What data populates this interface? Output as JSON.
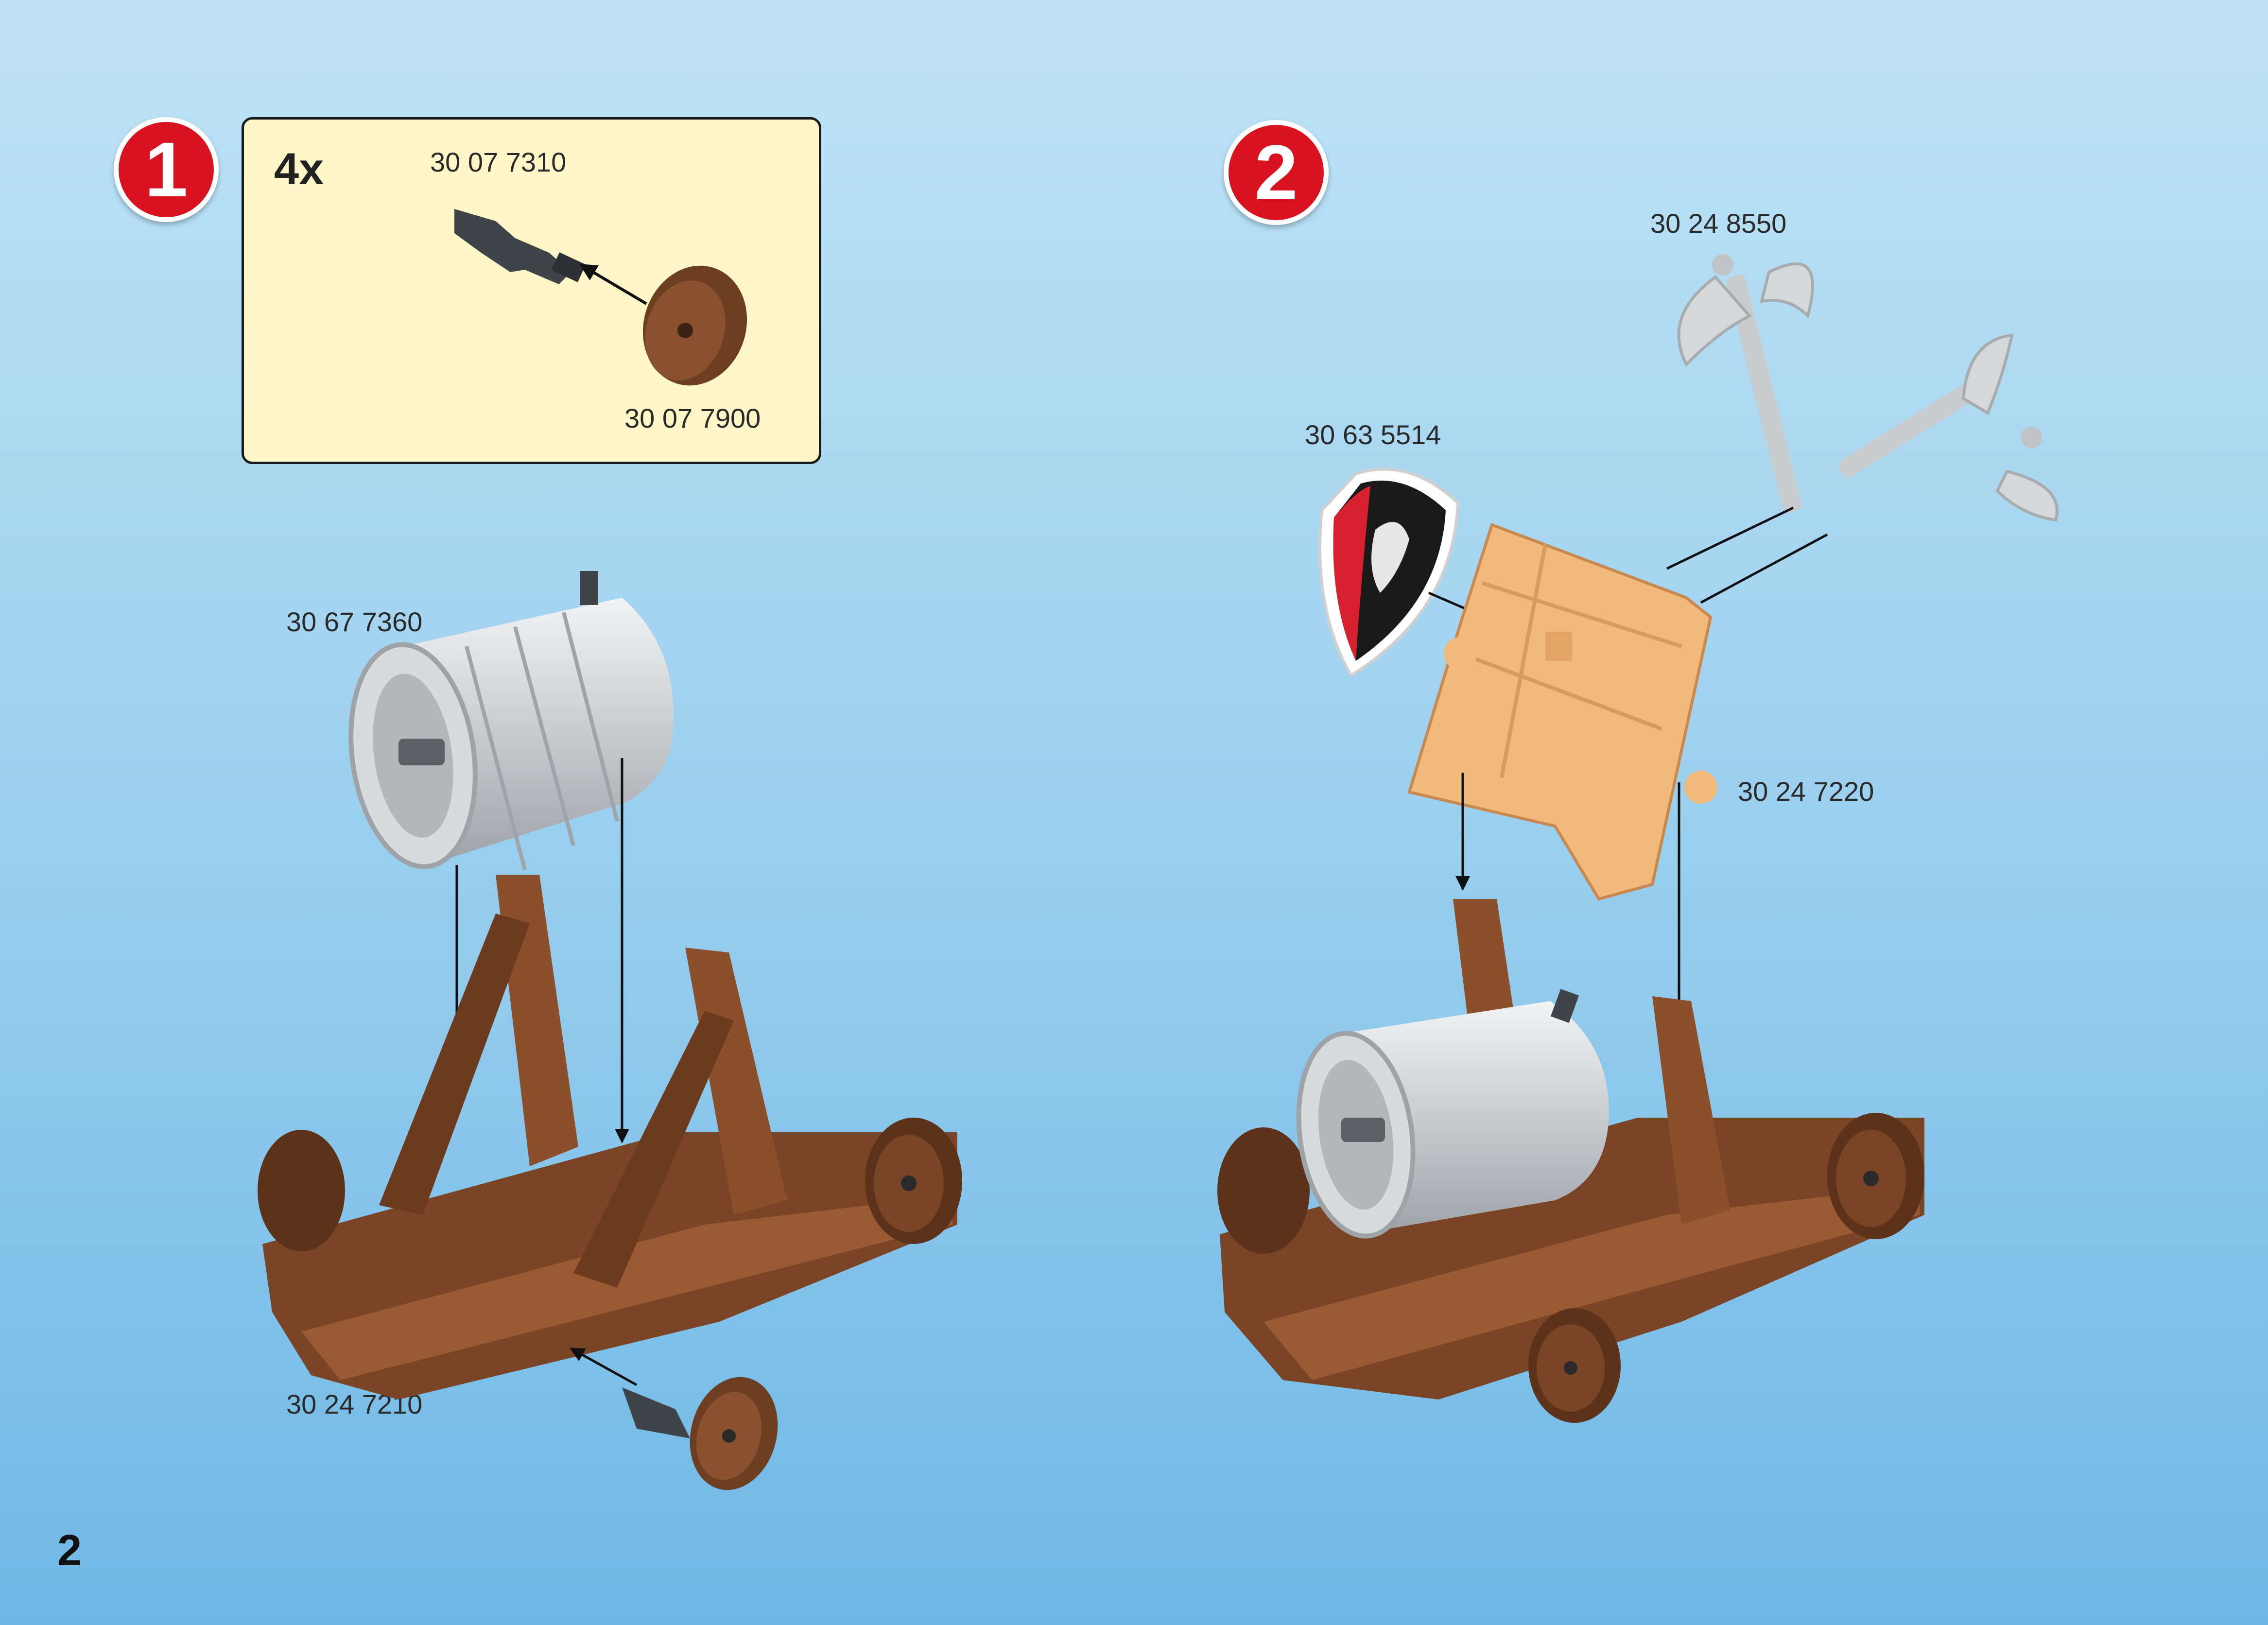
{
  "page": {
    "number": "2"
  },
  "steps": [
    {
      "number": "1",
      "quantity": "4x",
      "parts": [
        "30 07 7310",
        "30 07 7900"
      ],
      "labels": [
        "30 67 7360",
        "30 24 7210"
      ]
    },
    {
      "number": "2",
      "labels": [
        "30 24 8550",
        "30 63 5514",
        "30 24 7220"
      ]
    }
  ],
  "colors": {
    "badge": "#d8121e",
    "wood_dark": "#7a4426",
    "wood_light": "#f1b97a",
    "metal": "#cfd2d4",
    "box": "#fff7c8"
  },
  "icons": [
    "wheel-axle-icon",
    "wheel-icon",
    "barrel-icon",
    "catapult-frame-icon",
    "shield-icon",
    "axe-icon",
    "wooden-panel-icon"
  ]
}
